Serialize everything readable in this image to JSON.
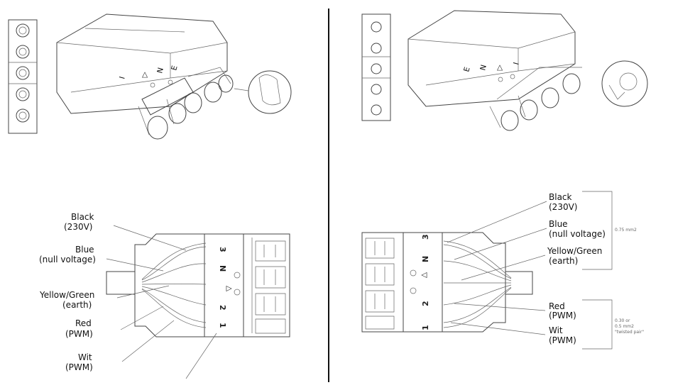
{
  "left_diagram": {
    "labels": [
      {
        "lines": [
          "Black",
          "(230V)"
        ]
      },
      {
        "lines": [
          "Blue",
          "(null voltage)"
        ]
      },
      {
        "lines": [
          "Yellow/Green",
          "(earth)"
        ]
      },
      {
        "lines": [
          "Red",
          "(PWM)"
        ]
      },
      {
        "lines": [
          "Wit",
          "(PWM)"
        ]
      }
    ],
    "terminals": [
      "3",
      "N",
      "2",
      "1"
    ]
  },
  "right_diagram": {
    "labels": [
      {
        "lines": [
          "Black",
          "(230V)"
        ]
      },
      {
        "lines": [
          "Blue",
          "(null voltage)"
        ]
      },
      {
        "lines": [
          "Yellow/Green",
          "(earth)"
        ]
      },
      {
        "lines": [
          "Red",
          "(PWM)"
        ]
      },
      {
        "lines": [
          "Wit",
          "(PWM)"
        ]
      }
    ],
    "terminals": [
      "3",
      "N",
      "2",
      "1"
    ],
    "notes": {
      "upper": "0.75 mm2",
      "lower": [
        "0.30 or",
        "0.5 mm2",
        "\"twisted pair\""
      ]
    }
  },
  "colors": {
    "line": "#444444",
    "divider": "#111111",
    "background": "#ffffff"
  }
}
